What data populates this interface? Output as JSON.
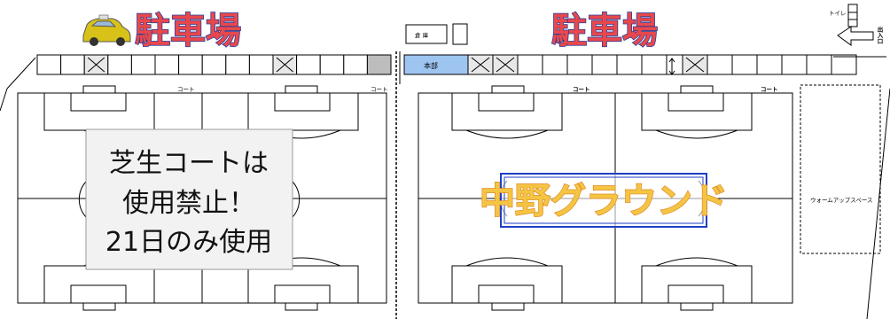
{
  "parking_label_left": "駐車場",
  "parking_label_right": "駐車場",
  "storage_label": "倉 庫",
  "toilet_label": "トイレ",
  "entrance_label": "出入口",
  "hq_label": "本部",
  "court_labels": [
    "コート",
    "コート",
    "コート",
    "コート"
  ],
  "warmup_label": "ウォームアップスペース",
  "notice_lines": [
    "芝生コートは",
    "使用禁止！",
    "21日のみ使用"
  ],
  "ground_name": "中野グラウンド",
  "colors": {
    "title_fill": "#e8484c",
    "title_stroke": "#1d3d9e",
    "hq_fill": "#9ec5f0",
    "gray_cell": "#bdbdbd",
    "ground_box": "#1f3fc4",
    "ground_text": "#f4c542"
  },
  "icons": [
    "car-icon",
    "arrow-left-icon"
  ]
}
